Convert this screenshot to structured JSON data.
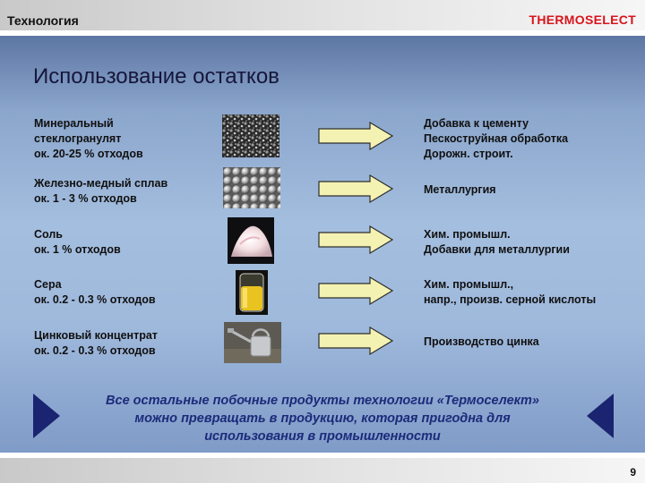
{
  "header": {
    "section": "Технология",
    "brand": "THERMOSELECT"
  },
  "title": "Использование остатков",
  "rows": [
    {
      "material": [
        "Минеральный",
        "стеклогранулят",
        "ок. 20-25 % отходов"
      ],
      "uses": [
        "Добавка к цементу",
        "Пескоструйная обработка",
        "Дорожн. строит."
      ],
      "image": "gravel-image"
    },
    {
      "material": [
        "Железно-медный сплав",
        "ок. 1 - 3 % отходов"
      ],
      "uses": [
        "Металлургия"
      ],
      "image": "metal-pellets-image"
    },
    {
      "material": [
        "Соль",
        "ок. 1 % отходов"
      ],
      "uses": [
        "Хим. промышл.",
        "Добавки для металлургии"
      ],
      "image": "salt-pile-image"
    },
    {
      "material": [
        "Сера",
        "ок. 0.2 - 0.3 % отходов"
      ],
      "uses": [
        "Хим. промышл.,",
        "напр., произв. серной кислоты"
      ],
      "image": "sulfur-jar-image"
    },
    {
      "material": [
        "Цинковый концентрат",
        "ок. 0.2 - 0.3 % отходов"
      ],
      "uses": [
        "Производство цинка"
      ],
      "image": "watering-can-image"
    }
  ],
  "note": [
    "Все остальные побочные продукты технологии «Термоселект»",
    "можно превращать в продукцию, которая пригодна для",
    "использования в промышленности"
  ],
  "nav": {
    "prev_icon": "triangle-left-icon",
    "next_icon": "triangle-right-icon"
  },
  "page_number": "9",
  "colors": {
    "brand": "#d8141c",
    "arrow_fill": "#f3f2b2",
    "note_text": "#1c2a7a",
    "nav": "#1a2470"
  }
}
